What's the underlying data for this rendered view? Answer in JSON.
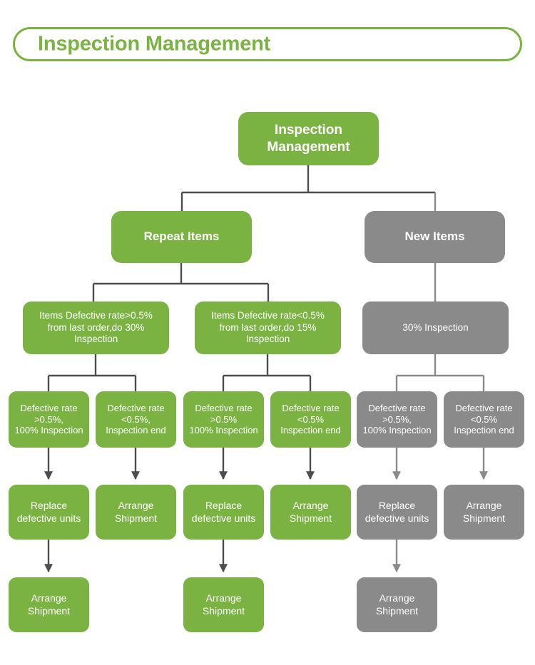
{
  "header": {
    "title": "Inspection Management",
    "border_color": "#7ab342",
    "text_color": "#7ab342"
  },
  "palette": {
    "green": "#7ab342",
    "gray": "#8a8a8a",
    "connector_dark": "#4d4d4d",
    "connector_gray": "#8a8a8a",
    "node_text": "#ffffff"
  },
  "chart_data": {
    "type": "diagram",
    "title": "Inspection Management",
    "diagram_kind": "flowchart-tree",
    "nodes": [
      {
        "id": "root",
        "label": "Inspection\nManagement",
        "color": "green",
        "level": 1
      },
      {
        "id": "repeat",
        "label": "Repeat Items",
        "color": "green",
        "level": 2
      },
      {
        "id": "new",
        "label": "New Items",
        "color": "gray",
        "level": 2
      },
      {
        "id": "r3a",
        "label": "Items Defective rate>0.5%\nfrom last order,do 30%\nInspection",
        "color": "green",
        "level": 3
      },
      {
        "id": "r3b",
        "label": "Items Defective rate<0.5%\nfrom last order,do 15%\nInspection",
        "color": "green",
        "level": 3
      },
      {
        "id": "r3c",
        "label": "30% Inspection",
        "color": "gray",
        "level": 3
      },
      {
        "id": "r4a",
        "label": "Defective rate\n>0.5%,\n100% Inspection",
        "color": "green",
        "level": 4
      },
      {
        "id": "r4b",
        "label": "Defective rate\n<0.5%,\nInspection end",
        "color": "green",
        "level": 4
      },
      {
        "id": "r4c",
        "label": "Defective rate\n>0.5%\n100% Inspection",
        "color": "green",
        "level": 4
      },
      {
        "id": "r4d",
        "label": "Defective rate\n<0.5%\nInspection end",
        "color": "green",
        "level": 4
      },
      {
        "id": "r4e",
        "label": "Defective rate\n>0.5%,\n100% Inspection",
        "color": "gray",
        "level": 4
      },
      {
        "id": "r4f",
        "label": "Defective rate\n<0.5%\nInspection end",
        "color": "gray",
        "level": 4
      },
      {
        "id": "r5a",
        "label": "Replace\ndefective units",
        "color": "green",
        "level": 5
      },
      {
        "id": "r5b",
        "label": "Arrange\nShipment",
        "color": "green",
        "level": 5
      },
      {
        "id": "r5c",
        "label": "Replace\ndefective units",
        "color": "green",
        "level": 5
      },
      {
        "id": "r5d",
        "label": "Arrange\nShipment",
        "color": "green",
        "level": 5
      },
      {
        "id": "r5e",
        "label": "Replace\ndefective units",
        "color": "gray",
        "level": 5
      },
      {
        "id": "r5f",
        "label": "Arrange\nShipment",
        "color": "gray",
        "level": 5
      },
      {
        "id": "r6a",
        "label": "Arrange\nShipment",
        "color": "green",
        "level": 6
      },
      {
        "id": "r6b",
        "label": "Arrange\nShipment",
        "color": "green",
        "level": 6
      },
      {
        "id": "r6c",
        "label": "Arrange\nShipment",
        "color": "gray",
        "level": 6
      }
    ],
    "edges": [
      {
        "from": "root",
        "to": "repeat",
        "style": "elbow",
        "arrow": false
      },
      {
        "from": "root",
        "to": "new",
        "style": "elbow",
        "arrow": false
      },
      {
        "from": "repeat",
        "to": "r3a",
        "style": "elbow",
        "arrow": false
      },
      {
        "from": "repeat",
        "to": "r3b",
        "style": "elbow",
        "arrow": false
      },
      {
        "from": "new",
        "to": "r3c",
        "style": "straight",
        "arrow": false
      },
      {
        "from": "r3a",
        "to": "r4a",
        "style": "elbow",
        "arrow": false
      },
      {
        "from": "r3a",
        "to": "r4b",
        "style": "elbow",
        "arrow": false
      },
      {
        "from": "r3b",
        "to": "r4c",
        "style": "elbow",
        "arrow": false
      },
      {
        "from": "r3b",
        "to": "r4d",
        "style": "elbow",
        "arrow": false
      },
      {
        "from": "r3c",
        "to": "r4e",
        "style": "elbow",
        "arrow": false
      },
      {
        "from": "r3c",
        "to": "r4f",
        "style": "elbow",
        "arrow": false
      },
      {
        "from": "r4a",
        "to": "r5a",
        "style": "straight",
        "arrow": true
      },
      {
        "from": "r4b",
        "to": "r5b",
        "style": "straight",
        "arrow": true
      },
      {
        "from": "r4c",
        "to": "r5c",
        "style": "straight",
        "arrow": true
      },
      {
        "from": "r4d",
        "to": "r5d",
        "style": "straight",
        "arrow": true
      },
      {
        "from": "r4e",
        "to": "r5e",
        "style": "straight",
        "arrow": true
      },
      {
        "from": "r4f",
        "to": "r5f",
        "style": "straight",
        "arrow": true
      },
      {
        "from": "r5a",
        "to": "r6a",
        "style": "straight",
        "arrow": true
      },
      {
        "from": "r5c",
        "to": "r6b",
        "style": "straight",
        "arrow": true
      },
      {
        "from": "r5e",
        "to": "r6c",
        "style": "straight",
        "arrow": true
      }
    ]
  },
  "nodes": {
    "root": {
      "label": "Inspection\nManagement"
    },
    "repeat": {
      "label": "Repeat Items"
    },
    "new": {
      "label": "New Items"
    },
    "r3a": {
      "label": "Items Defective rate>0.5%\nfrom last order,do 30%\nInspection"
    },
    "r3b": {
      "label": "Items Defective rate<0.5%\nfrom last order,do 15%\nInspection"
    },
    "r3c": {
      "label": "30% Inspection"
    },
    "r4a": {
      "label": "Defective rate\n>0.5%,\n100% Inspection"
    },
    "r4b": {
      "label": "Defective rate\n<0.5%,\nInspection end"
    },
    "r4c": {
      "label": "Defective rate\n>0.5%\n100% Inspection"
    },
    "r4d": {
      "label": "Defective rate\n<0.5%\nInspection end"
    },
    "r4e": {
      "label": "Defective rate\n>0.5%,\n100% Inspection"
    },
    "r4f": {
      "label": "Defective rate\n<0.5%\nInspection end"
    },
    "r5a": {
      "label": "Replace\ndefective units"
    },
    "r5b": {
      "label": "Arrange\nShipment"
    },
    "r5c": {
      "label": "Replace\ndefective units"
    },
    "r5d": {
      "label": "Arrange\nShipment"
    },
    "r5e": {
      "label": "Replace\ndefective units"
    },
    "r5f": {
      "label": "Arrange\nShipment"
    },
    "r6a": {
      "label": "Arrange\nShipment"
    },
    "r6b": {
      "label": "Arrange\nShipment"
    },
    "r6c": {
      "label": "Arrange\nShipment"
    }
  }
}
